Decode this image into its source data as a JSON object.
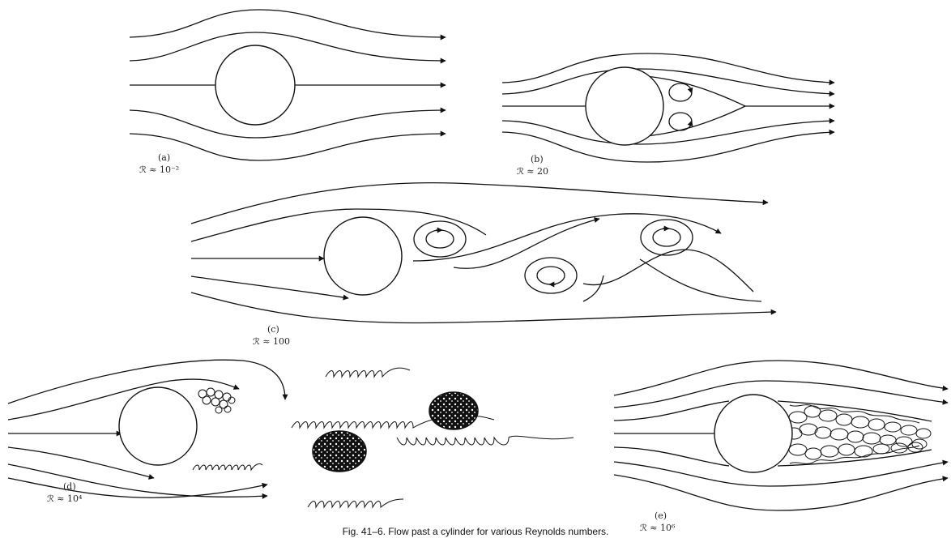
{
  "figure": {
    "caption": "Fig. 41–6.   Flow past a cylinder for various Reynolds numbers.",
    "panels": [
      {
        "label": "(a)",
        "reynolds": "ℛ ≈ 10⁻²"
      },
      {
        "label": "(b)",
        "reynolds": "ℛ ≈ 20"
      },
      {
        "label": "(c)",
        "reynolds": "ℛ ≈ 100"
      },
      {
        "label": "(d)",
        "reynolds": "ℛ ≈ 10⁴"
      },
      {
        "label": "(e)",
        "reynolds": "ℛ ≈ 10⁶"
      }
    ]
  },
  "colors": {
    "ink": "#111111",
    "paper": "#ffffff"
  }
}
